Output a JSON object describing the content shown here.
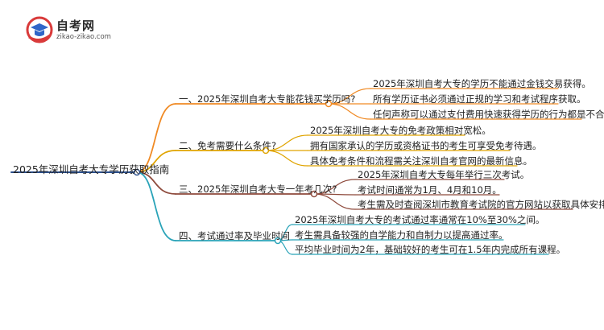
{
  "site": {
    "name": "自考网",
    "domain": "zikao-zikao.com"
  },
  "mindmap": {
    "root": "2025年深圳自考大专学历获取指南",
    "colors": {
      "root_line": "#2b4f8c",
      "branch_1": "#f08a24",
      "branch_2": "#e0a400",
      "branch_3": "#8e4a3c",
      "branch_4": "#29a3b8"
    },
    "branches": [
      {
        "label": "一、2025年深圳自考大专能花钱买学历吗?",
        "leaves": [
          "2025年深圳自考大专的学历不能通过金钱交易获得。",
          "所有学历证书必须通过正规的学习和考试程序获取。",
          "任何声称可以通过支付费用快速获得学历的行为都是不合法的。"
        ]
      },
      {
        "label": "二、免考需要什么条件?",
        "leaves": [
          "2025年深圳自考大专的免考政策相对宽松。",
          "拥有国家承认的学历或资格证书的考生可享受免考待遇。",
          "具体免考条件和流程需关注深圳自考官网的最新信息。"
        ]
      },
      {
        "label": "三、2025年深圳自考大专一年考几次?",
        "leaves": [
          "2025年深圳自考大专每年举行三次考试。",
          "考试时间通常为1月、4月和10月。",
          "考生需及时查阅深圳市教育考试院的官方网站以获取具体安排。"
        ]
      },
      {
        "label": "四、考试通过率及毕业时间",
        "leaves": [
          "2025年深圳自考大专的考试通过率通常在10%至30%之间。",
          "考生需具备较强的自学能力和自制力以提高通过率。",
          "平均毕业时间为2年，基础较好的考生可在1.5年内完成所有课程。"
        ]
      }
    ]
  }
}
